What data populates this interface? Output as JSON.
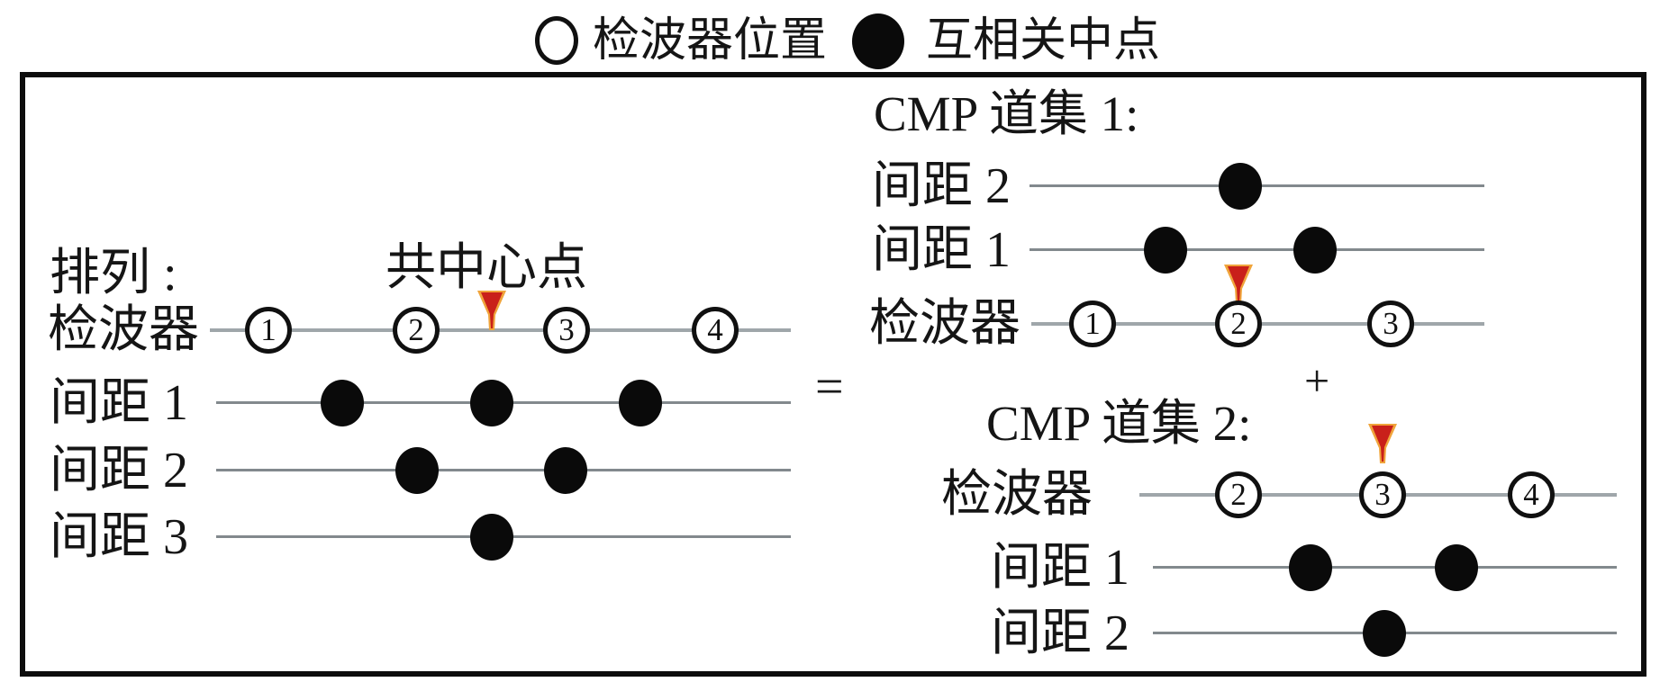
{
  "legend": {
    "geophone": {
      "icon": "open-circle",
      "label": "检波器位置"
    },
    "midpoint": {
      "icon": "filled-circle",
      "label": "互相关中点"
    }
  },
  "operators": {
    "equals": "=",
    "plus": "+"
  },
  "colors": {
    "arrow_red": "#c9201a",
    "arrow_halo": "#f0a43b",
    "receiver_line_gray": "#9fa6aa",
    "spacing_line_gray": "#82898d",
    "marker_black": "#0a0a0a"
  },
  "array_panel": {
    "title": "排列 :",
    "cmp_label": "共中心点",
    "receiver_row": {
      "label": "检波器",
      "geophones": [
        "1",
        "2",
        "3",
        "4"
      ]
    },
    "spacing_rows": [
      {
        "label": "间距 1",
        "midpoint_count": 3
      },
      {
        "label": "间距 2",
        "midpoint_count": 2
      },
      {
        "label": "间距 3",
        "midpoint_count": 1
      }
    ]
  },
  "cmp_gather_1": {
    "title": "CMP 道集 1:",
    "receiver_row": {
      "label": "检波器",
      "geophones": [
        "1",
        "2",
        "3"
      ]
    },
    "spacing_rows": [
      {
        "label": "间距 2",
        "midpoint_count": 1
      },
      {
        "label": "间距 1",
        "midpoint_count": 2
      }
    ]
  },
  "cmp_gather_2": {
    "title": "CMP 道集 2:",
    "receiver_row": {
      "label": "检波器",
      "geophones": [
        "2",
        "3",
        "4"
      ]
    },
    "spacing_rows": [
      {
        "label": "间距 1",
        "midpoint_count": 2
      },
      {
        "label": "间距 2",
        "midpoint_count": 1
      }
    ]
  }
}
